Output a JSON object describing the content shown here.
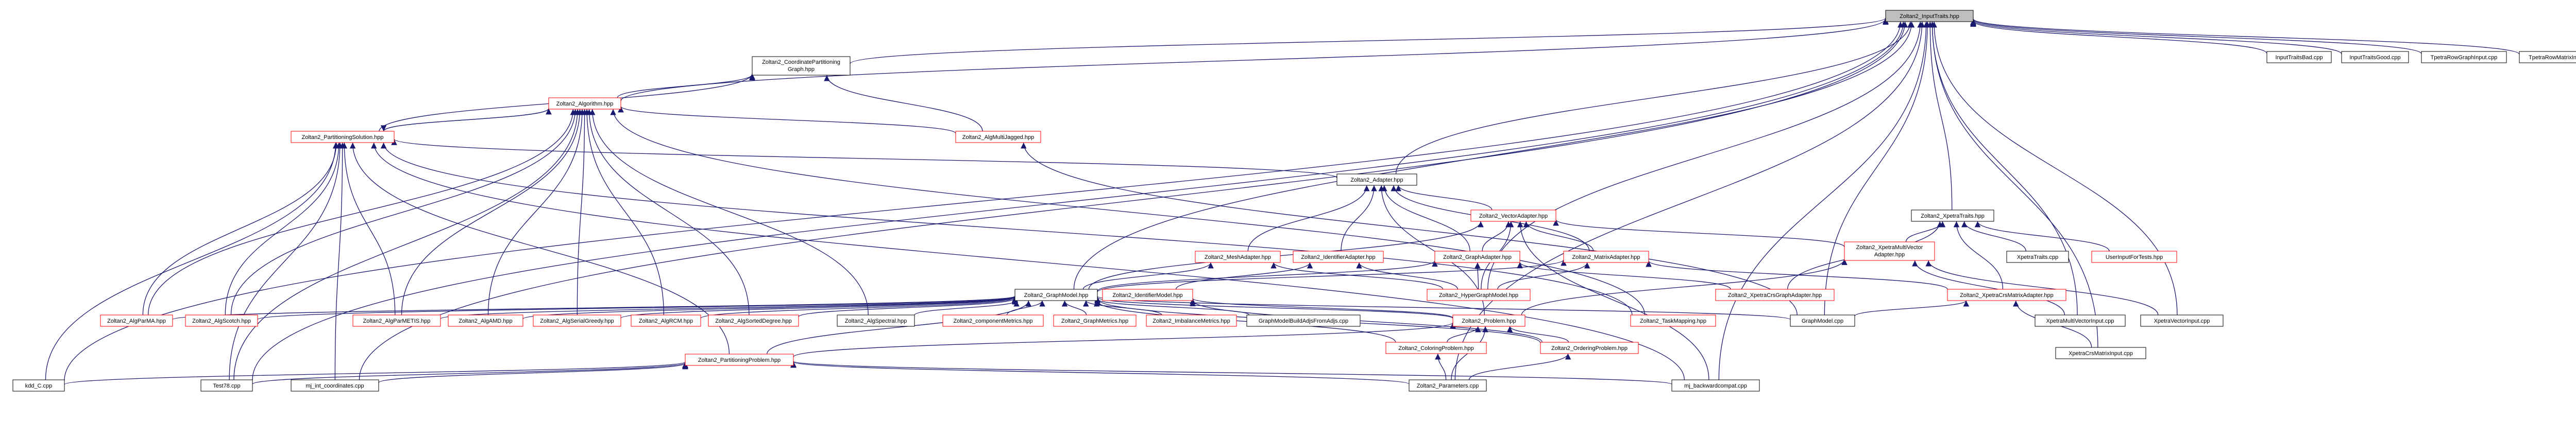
{
  "colors": {
    "edge": "#191970",
    "node_border_plain": "#000000",
    "node_border_undocumented": "#ff0000",
    "node_fill": "#ffffff",
    "node_fill_root": "#bfbfbf"
  },
  "nodes": [
    {
      "id": "inputtraits",
      "label": "Zoltan2_InputTraits.hpp",
      "style": "root"
    },
    {
      "id": "coordpart",
      "label": "Zoltan2_CoordinatePartitioning Graph.hpp",
      "style": "plain"
    },
    {
      "id": "algorithm",
      "label": "Zoltan2_Algorithm.hpp",
      "style": "red"
    },
    {
      "id": "partsol",
      "label": "Zoltan2_PartitioningSolution.hpp",
      "style": "red"
    },
    {
      "id": "algmj",
      "label": "Zoltan2_AlgMultiJagged.hpp",
      "style": "red"
    },
    {
      "id": "adapter",
      "label": "Zoltan2_Adapter.hpp",
      "style": "plain"
    },
    {
      "id": "vectoradapter",
      "label": "Zoltan2_VectorAdapter.hpp",
      "style": "red"
    },
    {
      "id": "meshadapter",
      "label": "Zoltan2_MeshAdapter.hpp",
      "style": "red"
    },
    {
      "id": "identadapter",
      "label": "Zoltan2_IdentifierAdapter.hpp",
      "style": "red"
    },
    {
      "id": "graphadapter",
      "label": "Zoltan2_GraphAdapter.hpp",
      "style": "red"
    },
    {
      "id": "matrixadapter",
      "label": "Zoltan2_MatrixAdapter.hpp",
      "style": "red"
    },
    {
      "id": "xpetratraits",
      "label": "Zoltan2_XpetraTraits.hpp",
      "style": "plain"
    },
    {
      "id": "xpetramvadapter",
      "label": "Zoltan2_XpetraMultiVector Adapter.hpp",
      "style": "red"
    },
    {
      "id": "graphmodel",
      "label": "Zoltan2_GraphModel.hpp",
      "style": "plain"
    },
    {
      "id": "identmodel",
      "label": "Zoltan2_IdentifierModel.hpp",
      "style": "red"
    },
    {
      "id": "hypergraphmodel",
      "label": "Zoltan2_HyperGraphModel.hpp",
      "style": "red"
    },
    {
      "id": "xcrsgraphadapter",
      "label": "Zoltan2_XpetraCrsGraphAdapter.hpp",
      "style": "red"
    },
    {
      "id": "xcrsmatrixadapter",
      "label": "Zoltan2_XpetraCrsMatrixAdapter.hpp",
      "style": "red"
    },
    {
      "id": "algparma",
      "label": "Zoltan2_AlgParMA.hpp",
      "style": "red"
    },
    {
      "id": "algscotch",
      "label": "Zoltan2_AlgScotch.hpp",
      "style": "red"
    },
    {
      "id": "algparmetis",
      "label": "Zoltan2_AlgParMETIS.hpp",
      "style": "red"
    },
    {
      "id": "algamd",
      "label": "Zoltan2_AlgAMD.hpp",
      "style": "red"
    },
    {
      "id": "alggreedy",
      "label": "Zoltan2_AlgSerialGreedy.hpp",
      "style": "red"
    },
    {
      "id": "algrcm",
      "label": "Zoltan2_AlgRCM.hpp",
      "style": "red"
    },
    {
      "id": "algsorteddeg",
      "label": "Zoltan2_AlgSortedDegree.hpp",
      "style": "red"
    },
    {
      "id": "algspectral",
      "label": "Zoltan2_AlgSpectral.hpp",
      "style": "plain"
    },
    {
      "id": "compmetrics",
      "label": "Zoltan2_componentMetrics.hpp",
      "style": "red"
    },
    {
      "id": "graphmetrics",
      "label": "Zoltan2_GraphMetrics.hpp",
      "style": "red"
    },
    {
      "id": "imbalmetrics",
      "label": "Zoltan2_ImbalanceMetrics.hpp",
      "style": "red"
    },
    {
      "id": "gmbuild",
      "label": "GraphModelBuildAdjsFromAdjs.cpp",
      "style": "plain"
    },
    {
      "id": "problem",
      "label": "Zoltan2_Problem.hpp",
      "style": "red"
    },
    {
      "id": "taskmapping",
      "label": "Zoltan2_TaskMapping.hpp",
      "style": "red"
    },
    {
      "id": "graphmodelcpp",
      "label": "GraphModel.cpp",
      "style": "plain"
    },
    {
      "id": "coloringprob",
      "label": "Zoltan2_ColoringProblem.hpp",
      "style": "red"
    },
    {
      "id": "orderingprob",
      "label": "Zoltan2_OrderingProblem.hpp",
      "style": "red"
    },
    {
      "id": "partprob",
      "label": "Zoltan2_PartitioningProblem.hpp",
      "style": "red"
    },
    {
      "id": "kddcpp",
      "label": "kdd_C.cpp",
      "style": "plain"
    },
    {
      "id": "test78",
      "label": "Test78.cpp",
      "style": "plain"
    },
    {
      "id": "mjcoords",
      "label": "mj_int_coordinates.cpp",
      "style": "plain"
    },
    {
      "id": "params",
      "label": "Zoltan2_Parameters.cpp",
      "style": "plain"
    },
    {
      "id": "mjbackcompat",
      "label": "mj_backwardcompat.cpp",
      "style": "plain"
    },
    {
      "id": "xpetratraitscpp",
      "label": "XpetraTraits.cpp",
      "style": "plain"
    },
    {
      "id": "userinput",
      "label": "UserInputForTests.hpp",
      "style": "red"
    },
    {
      "id": "xmvinput",
      "label": "XpetraMultiVectorInput.cpp",
      "style": "plain"
    },
    {
      "id": "xvecinput",
      "label": "XpetraVectorInput.cpp",
      "style": "plain"
    },
    {
      "id": "xcrsmatinput",
      "label": "XpetraCrsMatrixInput.cpp",
      "style": "plain"
    },
    {
      "id": "inputtraitsbad",
      "label": "InputTraitsBad.cpp",
      "style": "plain"
    },
    {
      "id": "inputtraitsgood",
      "label": "InputTraitsGood.cpp",
      "style": "plain"
    },
    {
      "id": "tpetrarowgraph",
      "label": "TpetraRowGraphInput.cpp",
      "style": "plain"
    },
    {
      "id": "tpetrarowmatrix",
      "label": "TpetraRowMatrixInput.cpp",
      "style": "plain"
    }
  ],
  "edges": [
    [
      "inputtraits",
      "coordpart"
    ],
    [
      "inputtraits",
      "algorithm"
    ],
    [
      "inputtraits",
      "adapter"
    ],
    [
      "inputtraits",
      "xpetratraits"
    ],
    [
      "inputtraits",
      "graphmodel"
    ],
    [
      "inputtraits",
      "hypergraphmodel"
    ],
    [
      "inputtraits",
      "kddcpp"
    ],
    [
      "inputtraits",
      "test78"
    ],
    [
      "inputtraits",
      "mjcoords"
    ],
    [
      "inputtraits",
      "params"
    ],
    [
      "inputtraits",
      "graphmodelcpp"
    ],
    [
      "inputtraits",
      "xmvinput"
    ],
    [
      "inputtraits",
      "xvecinput"
    ],
    [
      "inputtraits",
      "xcrsmatinput"
    ],
    [
      "inputtraits",
      "inputtraitsbad"
    ],
    [
      "inputtraits",
      "inputtraitsgood"
    ],
    [
      "inputtraits",
      "tpetrarowgraph"
    ],
    [
      "inputtraits",
      "tpetrarowmatrix"
    ],
    [
      "inputtraits",
      "mjbackcompat"
    ],
    [
      "coordpart",
      "algorithm"
    ],
    [
      "coordpart",
      "algmj"
    ],
    [
      "coordpart",
      "partsol"
    ],
    [
      "algorithm",
      "partsol"
    ],
    [
      "algorithm",
      "algmj"
    ],
    [
      "algorithm",
      "algparma"
    ],
    [
      "algorithm",
      "algscotch"
    ],
    [
      "algorithm",
      "algparmetis"
    ],
    [
      "algorithm",
      "algamd"
    ],
    [
      "algorithm",
      "alggreedy"
    ],
    [
      "algorithm",
      "algrcm"
    ],
    [
      "algorithm",
      "algsorteddeg"
    ],
    [
      "algorithm",
      "algspectral"
    ],
    [
      "algorithm",
      "taskmapping"
    ],
    [
      "algorithm",
      "test78"
    ],
    [
      "partsol",
      "algorithm"
    ],
    [
      "partsol",
      "adapter"
    ],
    [
      "partsol",
      "algscotch"
    ],
    [
      "partsol",
      "algparma"
    ],
    [
      "partsol",
      "algparmetis"
    ],
    [
      "partsol",
      "partprob"
    ],
    [
      "partsol",
      "kddcpp"
    ],
    [
      "partsol",
      "test78"
    ],
    [
      "partsol",
      "mjcoords"
    ],
    [
      "partsol",
      "mjbackcompat"
    ],
    [
      "partsol",
      "taskmapping"
    ],
    [
      "algmj",
      "graphmodelcpp"
    ],
    [
      "adapter",
      "vectoradapter"
    ],
    [
      "adapter",
      "meshadapter"
    ],
    [
      "adapter",
      "identadapter"
    ],
    [
      "adapter",
      "graphadapter"
    ],
    [
      "adapter",
      "matrixadapter"
    ],
    [
      "adapter",
      "problem"
    ],
    [
      "vectoradapter",
      "graphmodel"
    ],
    [
      "vectoradapter",
      "graphadapter"
    ],
    [
      "vectoradapter",
      "matrixadapter"
    ],
    [
      "vectoradapter",
      "xpetramvadapter"
    ],
    [
      "vectoradapter",
      "hypergraphmodel"
    ],
    [
      "vectoradapter",
      "mjbackcompat"
    ],
    [
      "meshadapter",
      "graphmodel"
    ],
    [
      "meshadapter",
      "hypergraphmodel"
    ],
    [
      "identadapter",
      "identmodel"
    ],
    [
      "identadapter",
      "hypergraphmodel"
    ],
    [
      "graphadapter",
      "graphmodel"
    ],
    [
      "graphadapter",
      "hypergraphmodel"
    ],
    [
      "graphadapter",
      "xcrsgraphadapter"
    ],
    [
      "matrixadapter",
      "graphmodel"
    ],
    [
      "matrixadapter",
      "hypergraphmodel"
    ],
    [
      "matrixadapter",
      "xcrsmatrixadapter"
    ],
    [
      "xpetratraits",
      "xpetramvadapter"
    ],
    [
      "xpetratraits",
      "xcrsgraphadapter"
    ],
    [
      "xpetratraits",
      "xcrsmatrixadapter"
    ],
    [
      "xpetratraits",
      "xpetratraitscpp"
    ],
    [
      "xpetratraits",
      "userinput"
    ],
    [
      "xpetramvadapter",
      "xmvinput"
    ],
    [
      "xpetramvadapter",
      "xvecinput"
    ],
    [
      "xpetramvadapter",
      "problem"
    ],
    [
      "xcrsmatrixadapter",
      "graphmodelcpp"
    ],
    [
      "xcrsmatrixadapter",
      "xcrsmatinput"
    ],
    [
      "graphmodel",
      "algparma"
    ],
    [
      "graphmodel",
      "algscotch"
    ],
    [
      "graphmodel",
      "algparmetis"
    ],
    [
      "graphmodel",
      "algamd"
    ],
    [
      "graphmodel",
      "alggreedy"
    ],
    [
      "graphmodel",
      "algrcm"
    ],
    [
      "graphmodel",
      "algsorteddeg"
    ],
    [
      "graphmodel",
      "algspectral"
    ],
    [
      "graphmodel",
      "compmetrics"
    ],
    [
      "graphmodel",
      "graphmetrics"
    ],
    [
      "graphmodel",
      "imbalmetrics"
    ],
    [
      "graphmodel",
      "gmbuild"
    ],
    [
      "graphmodel",
      "problem"
    ],
    [
      "graphmodel",
      "graphmodelcpp"
    ],
    [
      "graphmodel",
      "partprob"
    ],
    [
      "graphmodel",
      "coloringprob"
    ],
    [
      "graphmodel",
      "orderingprob"
    ],
    [
      "identmodel",
      "problem"
    ],
    [
      "identmodel",
      "orderingprob"
    ],
    [
      "problem",
      "coloringprob"
    ],
    [
      "problem",
      "orderingprob"
    ],
    [
      "problem",
      "partprob"
    ],
    [
      "problem",
      "params"
    ],
    [
      "coloringprob",
      "params"
    ],
    [
      "orderingprob",
      "params"
    ],
    [
      "partprob",
      "kddcpp"
    ],
    [
      "partprob",
      "test78"
    ],
    [
      "partprob",
      "mjcoords"
    ],
    [
      "partprob",
      "params"
    ],
    [
      "partprob",
      "mjbackcompat"
    ]
  ]
}
